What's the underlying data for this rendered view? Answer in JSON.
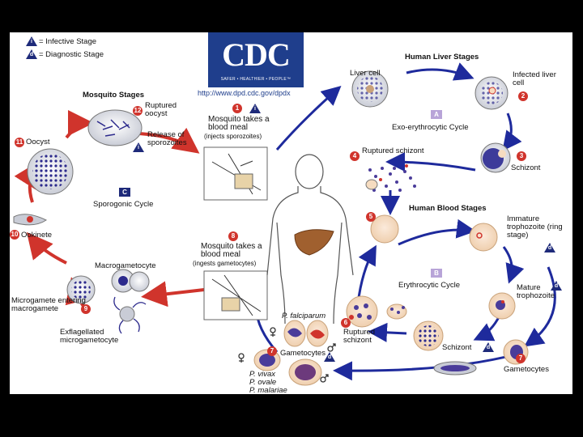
{
  "legend": {
    "infective_label": "= Infective Stage",
    "infective_symbol": "i",
    "diagnostic_label": "= Diagnostic Stage",
    "diagnostic_symbol": "d"
  },
  "logo": {
    "letters": "CDC",
    "tagline": "SAFER • HEALTHIER • PEOPLE™",
    "url": "http://www.dpd.cdc.gov/dpdx"
  },
  "mosquito_stages": {
    "title": "Mosquito Stages",
    "ruptured_oocyst": "Ruptured oocyst",
    "release_sporozoites": "Release of sporozoites",
    "oocyst": "Oocyst",
    "ookinete": "Ookinete",
    "macrogametocyte": "Macrogametocyte",
    "microgamete_entering": "Microgamete entering macrogamete",
    "exflagellated": "Exflagellated microgametocyte",
    "cycle_letter": "C",
    "cycle_label": "Sporogonic Cycle"
  },
  "blood_meal_1": {
    "title": "Mosquito takes a blood meal",
    "sub": "(injects sporozoites)"
  },
  "blood_meal_2": {
    "title": "Mosquito takes a blood meal",
    "sub": "(ingests gametocytes)"
  },
  "liver_stages": {
    "title": "Human Liver Stages",
    "liver_cell": "Liver cell",
    "infected_liver_cell": "Infected liver cell",
    "cycle_letter": "A",
    "cycle_label": "Exo-erythrocytic Cycle",
    "ruptured_schizont": "Ruptured schizont",
    "schizont": "Schizont"
  },
  "blood_stages": {
    "title": "Human Blood Stages",
    "immature_trophozoite": "Immature trophozoite (ring stage)",
    "mature_trophozoite": "Mature trophozoite",
    "cycle_letter": "B",
    "cycle_label": "Erythrocytic Cycle",
    "ruptured_schizont": "Ruptured schizont",
    "schizont": "Schizont",
    "gametocytes": "Gametocytes",
    "p_falciparum": "P. falciparum",
    "gametocytes_left": "Gametocytes",
    "p_vivax": "P. vivax",
    "p_ovale": "P. ovale",
    "p_malariae": "P. malariae"
  },
  "step_numbers": [
    "1",
    "2",
    "3",
    "4",
    "5",
    "6",
    "7",
    "8",
    "9",
    "10",
    "11",
    "12"
  ],
  "colors": {
    "cdc_blue": "#1f3e8c",
    "arrow_blue": "#1e2a9c",
    "arrow_red": "#d0342c",
    "cell_fill": "#f6dcc0",
    "parasite": "#2c2a8c"
  }
}
